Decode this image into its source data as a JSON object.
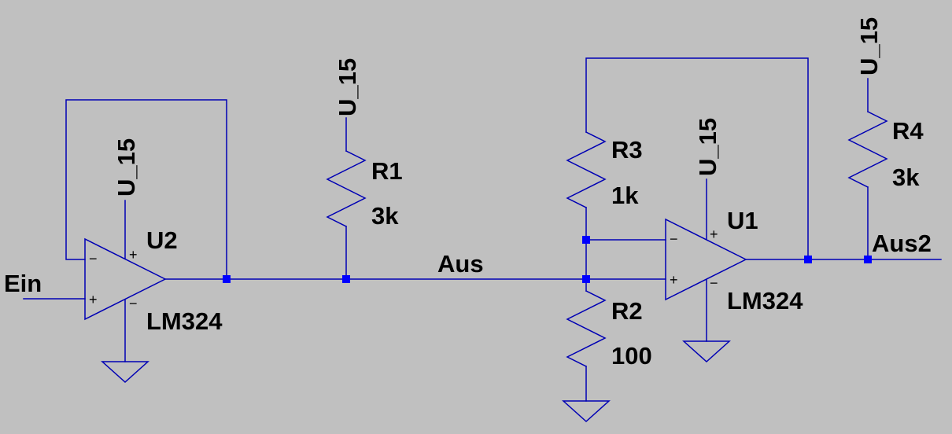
{
  "colors": {
    "background": "#c0c0c0",
    "wire": "#0000b4",
    "junction": "#0000ff",
    "text": "#000000"
  },
  "nets": {
    "input": "Ein",
    "output1": "Aus",
    "output2": "Aus2",
    "supply": "U_15"
  },
  "components": {
    "U2": {
      "name": "U2",
      "model": "LM324"
    },
    "U1": {
      "name": "U1",
      "model": "LM324"
    },
    "R1": {
      "name": "R1",
      "value": "3k"
    },
    "R2": {
      "name": "R2",
      "value": "100"
    },
    "R3": {
      "name": "R3",
      "value": "1k"
    },
    "R4": {
      "name": "R4",
      "value": "3k"
    }
  },
  "pins": {
    "plus": "+",
    "minus": "−"
  }
}
